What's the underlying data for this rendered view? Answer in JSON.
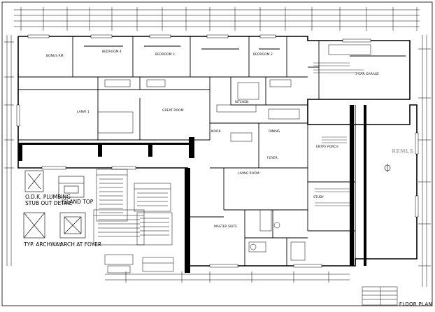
{
  "sheet": {
    "title": "FLOOR PLAN",
    "watermark": "REMLS"
  },
  "rooms": {
    "bonus": "BONUS RM.",
    "bed4": "BEDROOM 4",
    "bed3": "BEDROOM 3",
    "bed2": "BEDROOM 2",
    "garage": "3 CAR GARAGE",
    "lanai": "LANAI 1",
    "great": "GREAT ROOM",
    "kitchen": "KITCHEN",
    "nook": "NOOK",
    "dining": "DINING",
    "entry": "ENTRY PORCH",
    "foyer": "FOYER",
    "living": "LIVING ROOM",
    "study": "STUDY",
    "master": "MASTER SUITE"
  },
  "details": {
    "plumbing_line1": "O.D.K. PLUMBING",
    "plumbing_line2": "STUB OUT DETAIL",
    "island": "ISLAND TOP",
    "archway": "TYP. ARCHWAY",
    "arch_foyer": "ARCH AT FOYER"
  }
}
